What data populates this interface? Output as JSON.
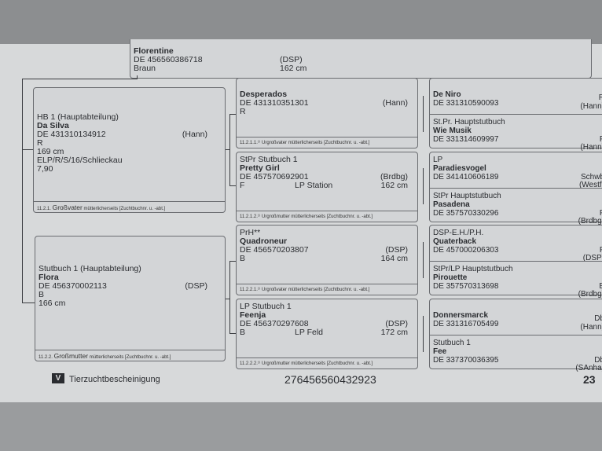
{
  "horse": {
    "name": "Florentine",
    "id": "DE 456560386718",
    "color": "Braun",
    "breed": "(DSP)",
    "height": "162 cm"
  },
  "gen2": [
    {
      "section": "HB 1 (Hauptabteilung)",
      "name": "Da Silva",
      "id": "DE 431310134912",
      "breed": "(Hann)",
      "color": "R",
      "height": "169 cm",
      "perf": "ELP/R/S/16/Schlieckau",
      "score": "7,90",
      "footer_num": "11.2.1.",
      "footer_role": "Großvater",
      "footer_text": "mütterlicherseits [Zuchtbuchnr. u. -abt.]"
    },
    {
      "section": "Stutbuch 1 (Hauptabteilung)",
      "name": "Flora",
      "id": "DE 456370002113",
      "breed": "(DSP)",
      "color": "B",
      "height": "166 cm",
      "footer_num": "11.2.2.",
      "footer_role": "Großmutter",
      "footer_text": "mütterlicherseits [Zuchtbuchnr. u. -abt.]"
    }
  ],
  "gen3": [
    {
      "section": "",
      "name": "Desperados",
      "id": "DE 431310351301",
      "breed": "(Hann)",
      "color": "R",
      "perf": "",
      "height": "",
      "footer": "11.2.1.1.¹⁾ Urgroßvater mütterlicherseits [Zuchtbuchnr. u. -abt.]"
    },
    {
      "section": "StPr  Stutbuch 1",
      "name": "Pretty Girl",
      "id": "DE 457570692901",
      "breed": "(Brdbg)",
      "color": "F",
      "perf": "LP Station",
      "height": "162 cm",
      "footer": "11.2.1.2.¹⁾ Urgroßmutter mütterlicherseits [Zuchtbuchnr. u. -abt.]"
    },
    {
      "section": "PrH**",
      "name": "Quadroneur",
      "id": "DE 456570203807",
      "breed": "(DSP)",
      "color": "B",
      "perf": "",
      "height": "164 cm",
      "footer": "11.2.2.1.¹⁾ Urgroßvater mütterlicherseits [Zuchtbuchnr. u. -abt.]"
    },
    {
      "section": "LP  Stutbuch 1",
      "name": "Feenja",
      "id": "DE 456370297608",
      "breed": "(DSP)",
      "color": "B",
      "perf": "LP Feld",
      "height": "172 cm",
      "footer": "11.2.2.2.¹⁾ Urgroßmutter mütterlicherseits [Zuchtbuchnr. u. -abt.]"
    }
  ],
  "gen4": [
    {
      "section": "",
      "name": "De Niro",
      "id": "DE 331310590093",
      "color": "R",
      "breed": "(Hann)"
    },
    {
      "section": "St.Pr.  Hauptstutbuch",
      "name": "Wie Musik",
      "id": "DE 331314609997",
      "color": "F",
      "breed": "(Hann)"
    },
    {
      "section": "LP",
      "name": "Paradiesvogel",
      "id": "DE 341410606189",
      "color": "Schwb",
      "breed": "(Westf)"
    },
    {
      "section": "StPr  Hauptstutbuch",
      "name": "Pasadena",
      "id": "DE 357570330296",
      "color": "F",
      "breed": "(Brdbg)"
    },
    {
      "section": "DSP-E.H./P.H.",
      "name": "Quaterback",
      "id": "DE 457000206303",
      "color": "F",
      "breed": "(DSP)"
    },
    {
      "section": "StPr/LP  Hauptstutbuch",
      "name": "Pirouette",
      "id": "DE 357570313698",
      "color": "B",
      "breed": "(Brdbg)"
    },
    {
      "section": "",
      "name": "Donnersmarck",
      "id": "DE 331316705499",
      "color": "Db",
      "breed": "(Hann)"
    },
    {
      "section": "Stutbuch 1",
      "name": "Fee",
      "id": "DE 337370036395",
      "color": "Db",
      "breed": "(SAnha)"
    }
  ],
  "footer": {
    "badge": "V",
    "label": "Tierzuchtbescheinigung",
    "number": "276456560432923",
    "page": "23"
  }
}
